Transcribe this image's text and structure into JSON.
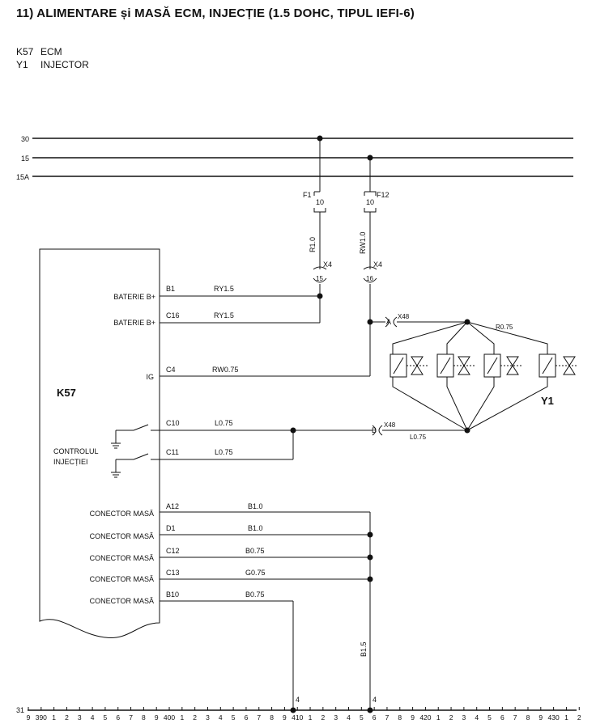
{
  "title": "11) ALIMENTARE și MASĂ ECM, INJECȚIE (1.5 DOHC, TIPUL IEFI-6)",
  "legend": [
    {
      "code": "K57",
      "name": "ECM"
    },
    {
      "code": "Y1",
      "name": "INJECTOR"
    }
  ],
  "buses": [
    "30",
    "15",
    "15A"
  ],
  "fuses": [
    {
      "name": "F1",
      "rating": "10"
    },
    {
      "name": "F12",
      "rating": "10"
    }
  ],
  "wires": {
    "f1_drop": "R1.0",
    "f12_drop": "RW1.0",
    "b1": "RY1.5",
    "c16": "RY1.5",
    "c4": "RW0.75",
    "c10": "L0.75",
    "c11": "L0.75",
    "x48b": "L0.75",
    "inj_top": "R0.75",
    "a12": "B1.0",
    "d1": "B1.0",
    "c12": "B0.75",
    "c13": "G0.75",
    "b10": "B0.75",
    "ground_main": "B1.5"
  },
  "connectors": {
    "x4": "X4",
    "x4_pin15": "15",
    "x4_pin16": "16",
    "x48": "X48",
    "x48_a": "A",
    "x48_b": "B"
  },
  "module": {
    "name": "K57",
    "pins": [
      {
        "pin": "B1",
        "label": "BATERIE B+"
      },
      {
        "pin": "C16",
        "label": "BATERIE B+"
      },
      {
        "pin": "C4",
        "label": "IG"
      },
      {
        "pin": "C10",
        "label": ""
      },
      {
        "pin": "C11",
        "label": ""
      },
      {
        "pin": "A12",
        "label": "CONECTOR MASĂ"
      },
      {
        "pin": "D1",
        "label": "CONECTOR MASĂ"
      },
      {
        "pin": "C12",
        "label": "CONECTOR MASĂ"
      },
      {
        "pin": "C13",
        "label": "CONECTOR MASĂ"
      },
      {
        "pin": "B10",
        "label": "CONECTOR MASĂ"
      }
    ],
    "switch_label_1": "CONTROLUL",
    "switch_label_2": "INJECȚIEI"
  },
  "injector_label": "Y1",
  "ground_bus": {
    "name": "31",
    "ticks": [
      "9",
      "390",
      "1",
      "2",
      "3",
      "4",
      "5",
      "6",
      "7",
      "8",
      "9",
      "400",
      "1",
      "2",
      "3",
      "4",
      "5",
      "6",
      "7",
      "8",
      "9",
      "410",
      "1",
      "2",
      "3",
      "4",
      "5",
      "6",
      "7",
      "8",
      "9",
      "420",
      "1",
      "2",
      "3",
      "4",
      "5",
      "6",
      "7",
      "8",
      "9",
      "430",
      "1",
      "2"
    ],
    "ground_points": [
      {
        "label": "4"
      },
      {
        "label": "4"
      }
    ]
  }
}
